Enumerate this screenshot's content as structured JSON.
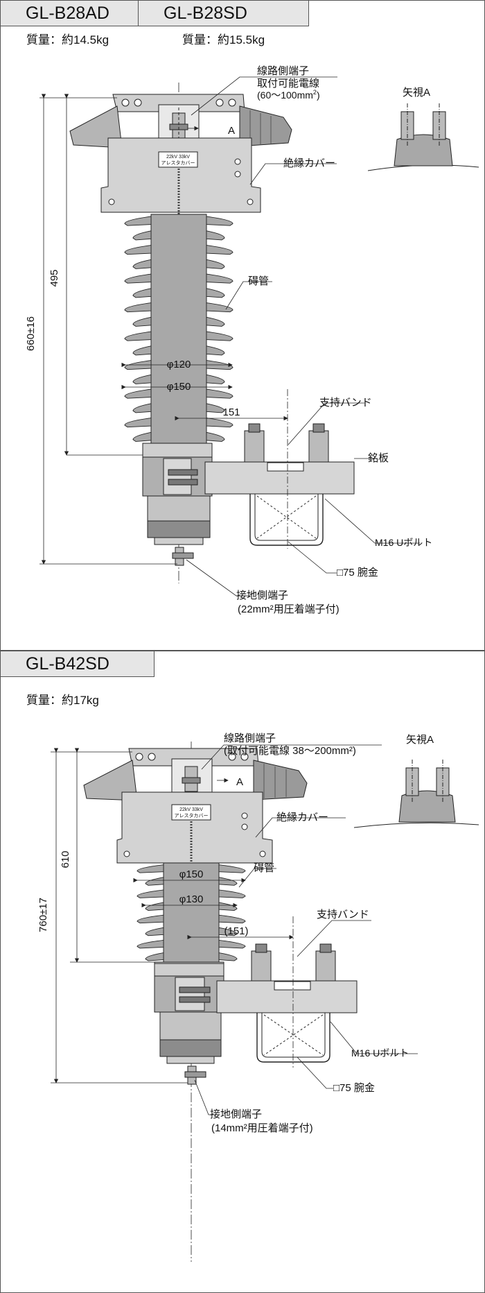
{
  "section1": {
    "model_a": "GL-B28AD",
    "model_b": "GL-B28SD",
    "mass_a": "質量：約14.5kg",
    "mass_b": "質量：約15.5kg",
    "labels": {
      "line_terminal": "線路側端子",
      "wire_range_1": "取付可能電線",
      "wire_range_2": "(60～100mm",
      "wire_sup": "2",
      "wire_close": ")",
      "view": "矢視A",
      "arrow_a": "A",
      "cover": "絶縁カバー",
      "porcelain": "碍管",
      "phi_small": "φ120",
      "phi_large": "φ150",
      "offset": "151",
      "support_band": "支持バンド",
      "nameplate": "銘板",
      "ubolt": "M16 Uボルト",
      "arm": "□75  腕金",
      "ground_terminal": "接地側端子",
      "ground_crimp": "(22mm²用圧着端子付)",
      "height_total": "660±16",
      "height_body": "495",
      "plate_line1": "22kV  33kV",
      "plate_line2": "アレスタカバー"
    }
  },
  "section2": {
    "model": "GL-B42SD",
    "mass": "質量：約17kg",
    "labels": {
      "line_terminal": "線路側端子",
      "wire_range": "(取付可能電線 38～200mm²)",
      "view": "矢視A",
      "arrow_a": "A",
      "cover": "絶縁カバー",
      "porcelain": "碍管",
      "phi_large": "φ150",
      "phi_small": "φ130",
      "offset": "(151)",
      "support_band": "支持バンド",
      "ubolt": "M16 Uボルト",
      "arm": "□75  腕金",
      "ground_terminal": "接地側端子",
      "ground_crimp": "(14mm²用圧着端子付)",
      "height_total": "760±17",
      "height_body": "610",
      "plate_line1": "22kV  33kV",
      "plate_line2": "アレスタカバー"
    }
  },
  "colors": {
    "fill": "#a8a8a8",
    "fill_light": "#cfcfcf",
    "fill_dark": "#8c8c8c",
    "line": "#222222",
    "tab_bg": "#e6e6e6"
  }
}
